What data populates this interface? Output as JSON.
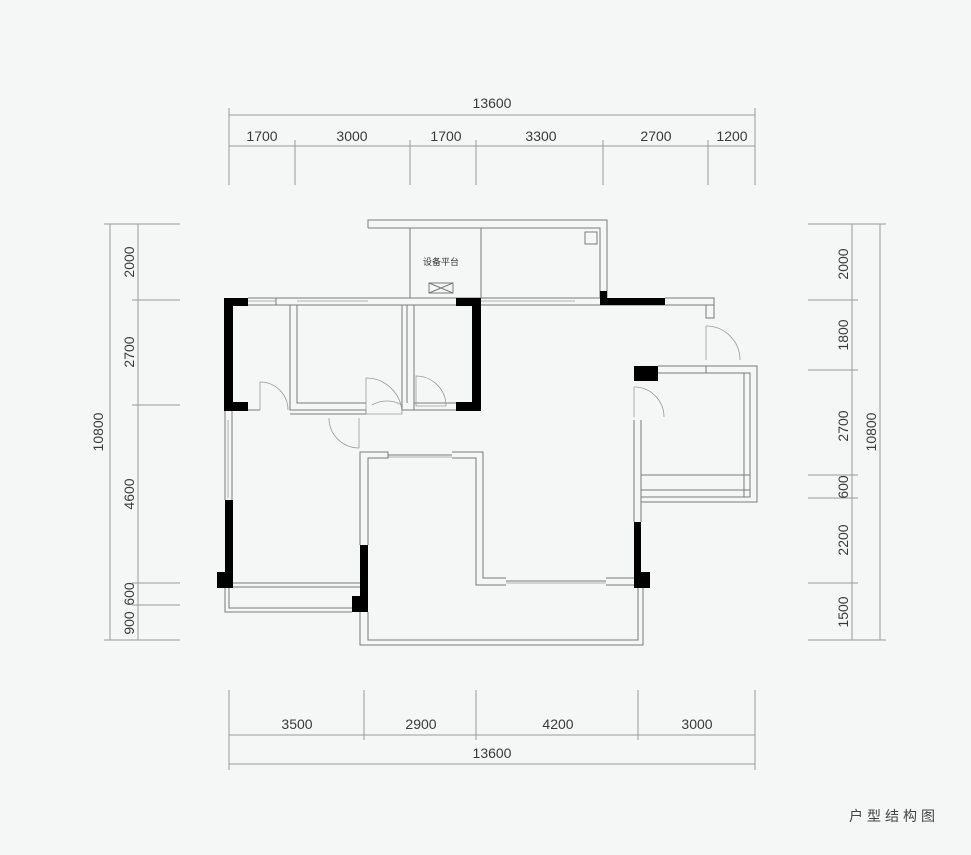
{
  "caption": "户型结构图",
  "room_label": "设备平台",
  "dims": {
    "top_total": "13600",
    "top": [
      "1700",
      "3000",
      "1700",
      "3300",
      "2700",
      "1200"
    ],
    "bottom": [
      "3500",
      "2900",
      "4200",
      "3000"
    ],
    "bottom_total": "13600",
    "left_total": "10800",
    "left": [
      "2000",
      "2700",
      "4600",
      "600",
      "900"
    ],
    "right": [
      "2000",
      "1800",
      "2700",
      "600",
      "2200",
      "1500"
    ],
    "right_total": "10800"
  }
}
